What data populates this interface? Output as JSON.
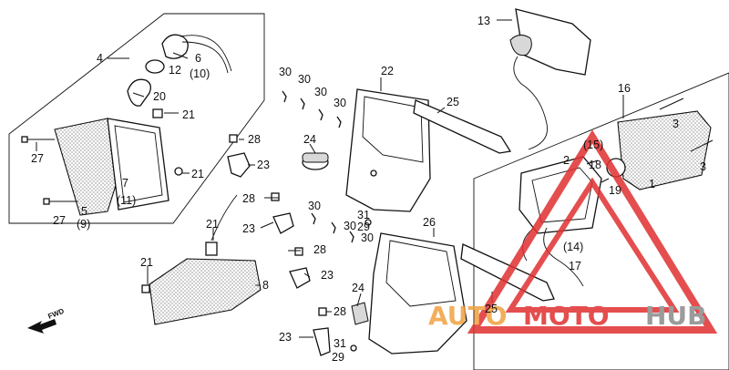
{
  "callouts": [
    {
      "id": "c13",
      "text": "13"
    },
    {
      "id": "c4",
      "text": "4"
    },
    {
      "id": "c6",
      "text": "6"
    },
    {
      "id": "c12",
      "text": "12"
    },
    {
      "id": "c10",
      "text": "(10)"
    },
    {
      "id": "c20",
      "text": "20"
    },
    {
      "id": "c21a",
      "text": "21"
    },
    {
      "id": "c27a",
      "text": "27"
    },
    {
      "id": "c7",
      "text": "7"
    },
    {
      "id": "c11",
      "text": "(11)"
    },
    {
      "id": "c21b",
      "text": "21"
    },
    {
      "id": "c27b",
      "text": "27"
    },
    {
      "id": "c5",
      "text": "5"
    },
    {
      "id": "c9",
      "text": "(9)"
    },
    {
      "id": "c30a",
      "text": "30"
    },
    {
      "id": "c30b",
      "text": "30"
    },
    {
      "id": "c30c",
      "text": "30"
    },
    {
      "id": "c30d",
      "text": "30"
    },
    {
      "id": "c22",
      "text": "22"
    },
    {
      "id": "c25a",
      "text": "25"
    },
    {
      "id": "c16",
      "text": "16"
    },
    {
      "id": "c3a",
      "text": "3"
    },
    {
      "id": "c28a",
      "text": "28"
    },
    {
      "id": "c23a",
      "text": "23"
    },
    {
      "id": "c24a",
      "text": "24"
    },
    {
      "id": "c15",
      "text": "(15)"
    },
    {
      "id": "c2",
      "text": "2"
    },
    {
      "id": "c18",
      "text": "18"
    },
    {
      "id": "c3b",
      "text": "3"
    },
    {
      "id": "c19",
      "text": "19"
    },
    {
      "id": "c1",
      "text": "1"
    },
    {
      "id": "c28b",
      "text": "28"
    },
    {
      "id": "c30e",
      "text": "30"
    },
    {
      "id": "c31a",
      "text": "31"
    },
    {
      "id": "c29a",
      "text": "29"
    },
    {
      "id": "c30f",
      "text": "30"
    },
    {
      "id": "c30g",
      "text": "30"
    },
    {
      "id": "c26",
      "text": "26"
    },
    {
      "id": "c21c",
      "text": "21"
    },
    {
      "id": "c23b",
      "text": "23"
    },
    {
      "id": "c28c",
      "text": "28"
    },
    {
      "id": "c14",
      "text": "(14)"
    },
    {
      "id": "c17",
      "text": "17"
    },
    {
      "id": "c21d",
      "text": "21"
    },
    {
      "id": "c8",
      "text": "8"
    },
    {
      "id": "c23c",
      "text": "23"
    },
    {
      "id": "c24b",
      "text": "24"
    },
    {
      "id": "c28d",
      "text": "28"
    },
    {
      "id": "c25b",
      "text": "25"
    },
    {
      "id": "c23d",
      "text": "23"
    },
    {
      "id": "c31b",
      "text": "31"
    },
    {
      "id": "c29b",
      "text": "29"
    }
  ],
  "fwd_label": "FWD",
  "watermark": {
    "part1": "AUTO",
    "part2": "MOTO",
    "part3": "HUB"
  },
  "colors": {
    "line": "#111111",
    "watermark_red": "#e03030",
    "watermark_orange": "#f0a040",
    "watermark_gray": "#8a8a8a"
  }
}
